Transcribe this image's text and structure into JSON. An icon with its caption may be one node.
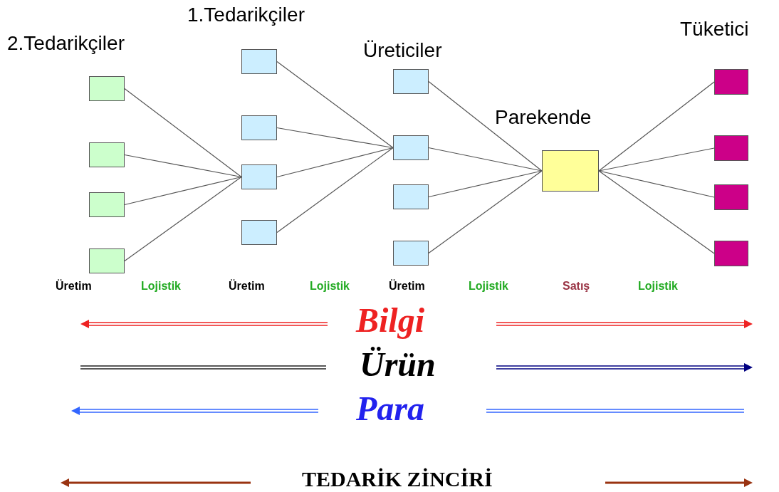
{
  "diagram": {
    "nodes": [
      {
        "text": [],
        "shape": "box"
      },
      {
        "text": [],
        "shape": "box"
      },
      {
        "text": [],
        "shape": "box"
      },
      {
        "text": [],
        "shape": "box"
      },
      {
        "text": [],
        "shape": "box"
      },
      {
        "text": [],
        "shape": "box"
      },
      {
        "text": [],
        "shape": "box"
      },
      {
        "text": [],
        "shape": "box"
      },
      {
        "text": [],
        "shape": "box"
      },
      {
        "text": [],
        "shape": "box"
      },
      {
        "text": [],
        "shape": "box"
      },
      {
        "text": [],
        "shape": "box"
      },
      {
        "text": [
          "Parekende"
        ]
      },
      {
        "text": [],
        "shape": "box"
      },
      {
        "text": [],
        "shape": "box"
      },
      {
        "text": [],
        "shape": "box"
      },
      {
        "text": [],
        "shape": "box"
      }
    ],
    "edges": [
      {
        "from": 0,
        "to": 6,
        "arrow": "none"
      },
      {
        "from": 1,
        "to": 6,
        "arrow": "none"
      },
      {
        "from": 2,
        "to": 6,
        "arrow": "none"
      },
      {
        "from": 3,
        "to": 6,
        "arrow": "none"
      },
      {
        "from": 4,
        "to": 9,
        "arrow": "none"
      },
      {
        "from": 5,
        "to": 9,
        "arrow": "none"
      },
      {
        "from": 6,
        "to": 9,
        "arrow": "none"
      },
      {
        "from": 7,
        "to": 9,
        "arrow": "none"
      },
      {
        "from": 8,
        "to": 12,
        "arrow": "none"
      },
      {
        "from": 9,
        "to": 12,
        "arrow": "none"
      },
      {
        "from": 10,
        "to": 12,
        "arrow": "none"
      },
      {
        "from": 11,
        "to": 12,
        "arrow": "none"
      },
      {
        "from": 12,
        "to": 13,
        "arrow": "none"
      },
      {
        "from": 12,
        "to": 14,
        "arrow": "none"
      },
      {
        "from": 12,
        "to": 15,
        "arrow": "none"
      },
      {
        "from": 12,
        "to": 16,
        "arrow": "none"
      }
    ],
    "labels": [
      "2.Tedarikçiler",
      "1.Tedarikçiler",
      "Üreticiler",
      "Tüketici",
      "Üretim",
      "Lojistik",
      "Üretim",
      "Lojistik",
      "Üretim",
      "Lojistik",
      "Satış",
      "Lojistik",
      "Bilgi",
      "Ürün",
      "Para",
      "TEDARİK ZİNCİRİ"
    ]
  }
}
